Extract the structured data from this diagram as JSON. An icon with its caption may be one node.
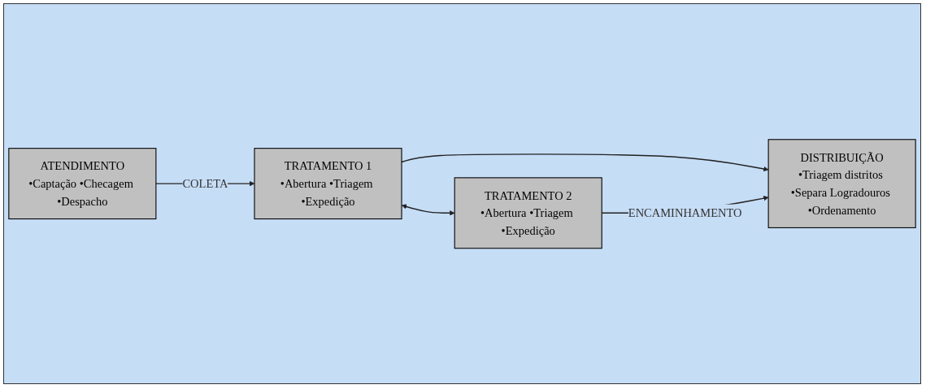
{
  "diagram": {
    "nodes": [
      {
        "text": [
          "ATENDIMENTO",
          "•Captação •Checagem •Despacho"
        ]
      },
      {
        "text": [
          "TRATAMENTO 1",
          "•Abertura •Triagem •Expedição"
        ]
      },
      {
        "text": [
          "DISTRIBUIÇÃO",
          "•Triagem distritos •Separa Logradouros •Ordenamento"
        ]
      },
      {
        "text": [
          "TRATAMENTO 2",
          "•Abertura •Triagem •Expedição"
        ]
      }
    ],
    "edges": [
      {
        "from": 0,
        "to": 1,
        "arrow": "to",
        "label": "COLETA"
      },
      {
        "from": 1,
        "to": 2,
        "arrow": "to"
      },
      {
        "from": 1,
        "to": 3,
        "arrow": "both"
      },
      {
        "from": 3,
        "to": 2,
        "arrow": "to",
        "label": "ENCAMINHAMENTO"
      }
    ]
  }
}
